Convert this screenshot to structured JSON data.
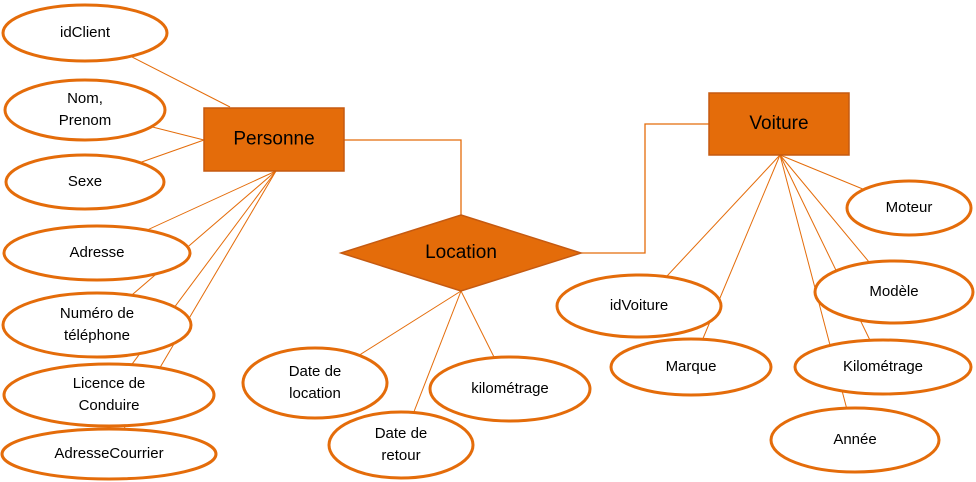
{
  "colors": {
    "entity_fill": "#E46C0A",
    "entity_border": "#C55A11",
    "attribute_fill": "#FFFFFF",
    "attribute_stroke": "#E46C0A",
    "line": "#E46C0A",
    "text": "#000000"
  },
  "entities": {
    "personne": "Personne",
    "voiture": "Voiture"
  },
  "relationship": {
    "location": "Location"
  },
  "personne_attributes": {
    "idclient": [
      "idClient"
    ],
    "nom_prenom": [
      "Nom,",
      "Prenom"
    ],
    "sexe": [
      "Sexe"
    ],
    "adresse": [
      "Adresse"
    ],
    "telephone": [
      "Numéro de",
      "téléphone"
    ],
    "licence": [
      "Licence de",
      "Conduire"
    ],
    "adresse_courrier": [
      "AdresseCourrier"
    ]
  },
  "location_attributes": {
    "date_location": [
      "Date de",
      "location"
    ],
    "date_retour": [
      "Date de",
      "retour"
    ],
    "kilometrage": [
      "kilométrage"
    ]
  },
  "voiture_attributes": {
    "idvoiture": [
      "idVoiture"
    ],
    "marque": [
      "Marque"
    ],
    "annee": [
      "Année"
    ],
    "moteur": [
      "Moteur"
    ],
    "modele": [
      "Modèle"
    ],
    "kilometrage": [
      "Kilométrage"
    ]
  }
}
